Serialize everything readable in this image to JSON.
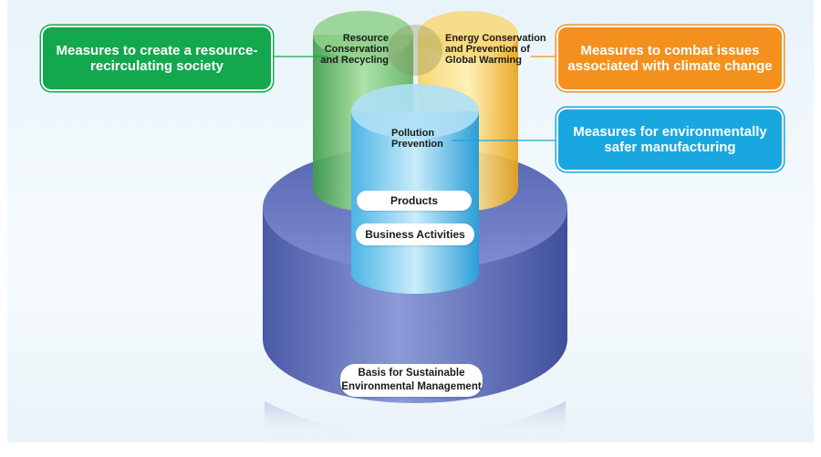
{
  "callouts": {
    "green": "Measures to create a resource-recirculating society",
    "orange": "Measures to combat issues associated with climate change",
    "blue": "Measures for environmentally safer manufacturing"
  },
  "labels": {
    "resource": "Resource Conservation and Recycling",
    "energy": "Energy Conservation and Prevention of Global Warming",
    "pollution": "Pollution Prevention"
  },
  "pills": {
    "products": "Products",
    "business": "Business Activities",
    "basis": "Basis for Sustainable Environmental Management"
  },
  "colors": {
    "green": "#14a84e",
    "orange": "#f4911e",
    "blue": "#19a7df",
    "base": "#6f7fc4"
  }
}
